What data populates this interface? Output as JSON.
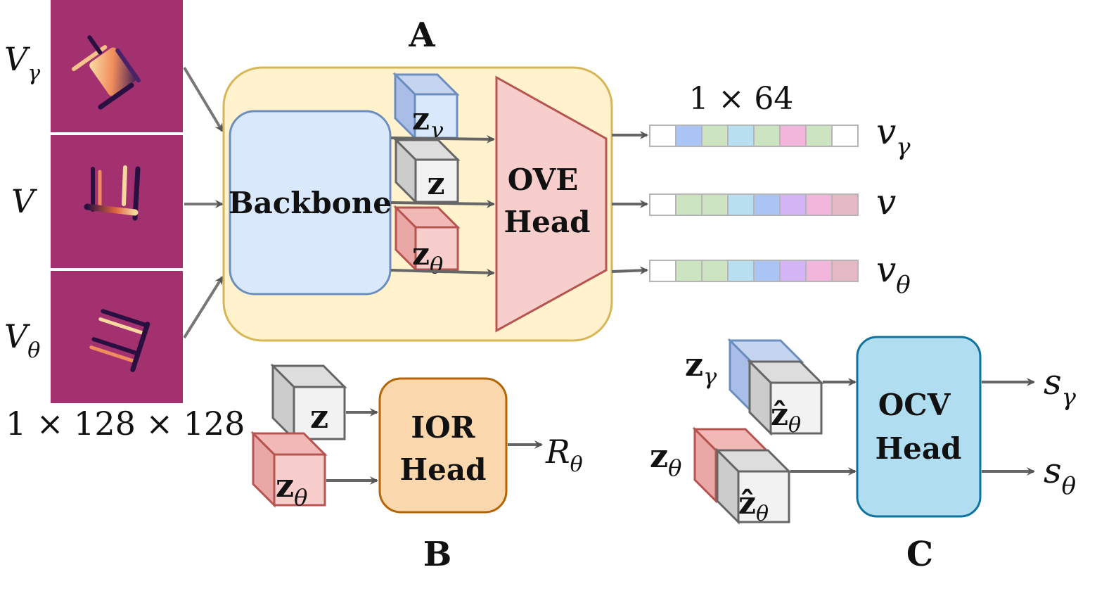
{
  "section_labels": {
    "a": "A",
    "b": "B",
    "c": "C"
  },
  "inputs": {
    "labels": [
      {
        "base": "V",
        "sub": "γ"
      },
      {
        "base": "V",
        "sub": ""
      },
      {
        "base": "V",
        "sub": "θ"
      }
    ],
    "size": "1 × 128 × 128"
  },
  "module_a": {
    "backbone": "Backbone",
    "features": [
      {
        "base": "z",
        "sub": "γ"
      },
      {
        "base": "z",
        "sub": ""
      },
      {
        "base": "z",
        "sub": "θ"
      }
    ],
    "head": [
      "OVE",
      "Head"
    ],
    "embedding_size": "1 × 64",
    "outputs": [
      {
        "base": "v",
        "sub": "γ"
      },
      {
        "base": "v",
        "sub": ""
      },
      {
        "base": "v",
        "sub": "θ"
      }
    ]
  },
  "module_b": {
    "inputs": [
      {
        "base": "z",
        "sub": ""
      },
      {
        "base": "z",
        "sub": "θ"
      }
    ],
    "head": [
      "IOR",
      "Head"
    ],
    "output": {
      "base": "R",
      "sub": "θ"
    }
  },
  "module_c": {
    "inputs": [
      {
        "back": {
          "base": "z",
          "sub": "γ"
        },
        "front": {
          "base": "ẑ",
          "sub": "θ"
        }
      },
      {
        "back": {
          "base": "z",
          "sub": "θ"
        },
        "front": {
          "base": "ẑ",
          "sub": "θ"
        }
      }
    ],
    "head": [
      "OCV",
      "Head"
    ],
    "outputs": [
      {
        "base": "s",
        "sub": "γ"
      },
      {
        "base": "s",
        "sub": "θ"
      }
    ]
  },
  "colors": {
    "depth_bg": "#a3316f",
    "module_a_fill": "#fff2cc",
    "module_a_stroke": "#d6b656",
    "backbone_fill": "#dae8fc",
    "backbone_stroke": "#6c8ebf",
    "ove_fill": "#f8cecc",
    "ove_stroke": "#b85450",
    "ior_fill": "#fad7ac",
    "ior_stroke": "#b46504",
    "ocv_fill": "#b1ddf0",
    "ocv_stroke": "#10739e",
    "arrow": "#777777",
    "vector_cells": {
      "v_gamma": [
        "#ffffff",
        "#a9c4f5",
        "#cde4c0",
        "#b8e0f0",
        "#cde4c0",
        "#f2b5dc",
        "#cde4c0",
        "#ffffff"
      ],
      "v": [
        "#ffffff",
        "#cde4c0",
        "#cde4c0",
        "#b8e0f0",
        "#a9c4f5",
        "#d3b5f5",
        "#f2b5dc",
        "#e5b9c3"
      ],
      "v_theta": [
        "#ffffff",
        "#cde4c0",
        "#cde4c0",
        "#b8e0f0",
        "#a9c4f5",
        "#d3b5f5",
        "#f2b5dc",
        "#e5b9c3"
      ]
    }
  }
}
